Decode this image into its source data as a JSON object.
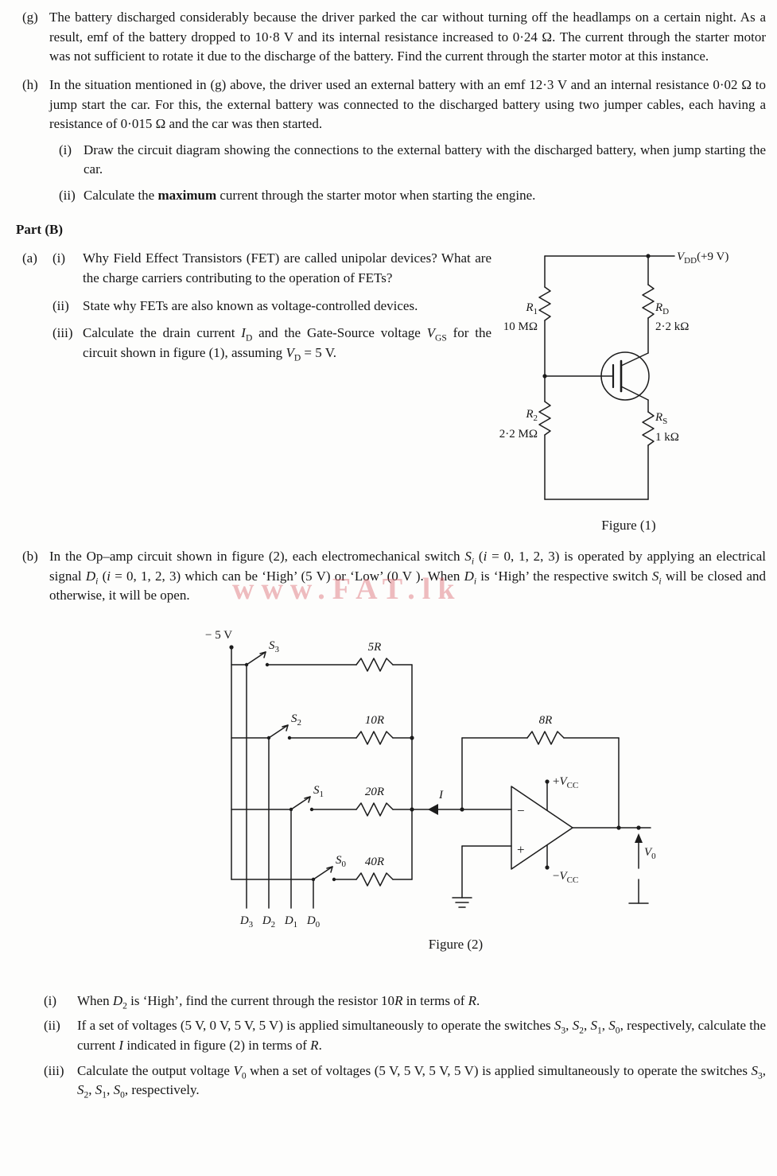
{
  "watermark": "www.FAT.lk",
  "q_g": {
    "label": "(g)",
    "text": "The battery discharged considerably because the driver parked the car without turning off the headlamps on a certain night. As a result, emf of the battery dropped to 10·8 V and its internal resistance increased to 0·24 Ω. The current through the starter motor was not sufficient to rotate it due to the discharge of the battery. Find the current through the starter motor at this instance."
  },
  "q_h": {
    "label": "(h)",
    "text": "In the situation mentioned in (g) above, the driver used an external battery with an emf 12·3 V and an internal resistance 0·02 Ω to jump start the car. For this, the external battery was connected to the discharged battery using two jumper cables, each having a resistance of 0·015 Ω and the car was then started.",
    "i": {
      "label": "(i)",
      "text": "Draw the circuit diagram showing the connections to the external battery with the discharged battery, when jump starting the car."
    },
    "ii": {
      "label": "(ii)",
      "rich": [
        [
          "t",
          "Calculate the "
        ],
        [
          "b",
          "maximum"
        ],
        [
          "t",
          " current through the starter motor when starting the engine."
        ]
      ]
    }
  },
  "part_b_heading": "Part (B)",
  "q_a": {
    "label": "(a)",
    "i": {
      "label": "(i)",
      "text": "Why Field Effect Transistors (FET) are called unipolar devices? What are the charge carriers contributing to the operation of FETs?"
    },
    "ii": {
      "label": "(ii)",
      "text": "State why FETs are also known as voltage-controlled devices."
    },
    "iii": {
      "label": "(iii)",
      "rich": [
        [
          "t",
          "Calculate the drain current "
        ],
        [
          "i",
          "I"
        ],
        [
          "sub",
          "D"
        ],
        [
          "t",
          " and the Gate-Source voltage "
        ],
        [
          "i",
          "V"
        ],
        [
          "sub",
          "GS"
        ],
        [
          "t",
          " for the circuit shown in figure (1), assuming "
        ],
        [
          "i",
          "V"
        ],
        [
          "sub",
          "D"
        ],
        [
          "t",
          " = 5 V."
        ]
      ]
    }
  },
  "fig1": {
    "caption": "Figure (1)",
    "vdd": {
      "base": "V",
      "sub": "DD",
      "rest": "(+9 V)"
    },
    "r1": {
      "base": "R",
      "sub": "1",
      "value": "10 MΩ"
    },
    "rd": {
      "base": "R",
      "sub": "D",
      "value": "2·2 kΩ"
    },
    "r2": {
      "base": "R",
      "sub": "2",
      "value": "2·2 MΩ"
    },
    "rs": {
      "base": "R",
      "sub": "S",
      "value": "1 kΩ"
    }
  },
  "q_b": {
    "label": "(b)",
    "rich": [
      [
        "t",
        "In the Op–amp circuit shown in figure (2), each electromechanical switch "
      ],
      [
        "i",
        "S"
      ],
      [
        "isub",
        "i"
      ],
      [
        "t",
        " ("
      ],
      [
        "i",
        "i"
      ],
      [
        "t",
        " = 0, 1, 2, 3) is operated by applying an electrical signal "
      ],
      [
        "i",
        "D"
      ],
      [
        "isub",
        "i"
      ],
      [
        "t",
        " ("
      ],
      [
        "i",
        "i"
      ],
      [
        "t",
        " = 0, 1, 2, 3) which can be ‘High’ (5 V) or ‘Low’ (0 V ). When "
      ],
      [
        "i",
        "D"
      ],
      [
        "isub",
        "i"
      ],
      [
        "t",
        " is ‘High’ the respective switch "
      ],
      [
        "i",
        "S"
      ],
      [
        "isub",
        "i"
      ],
      [
        "t",
        " will be closed and otherwise, it will be open."
      ]
    ]
  },
  "fig2": {
    "caption": "Figure (2)",
    "supply": "− 5 V",
    "switches": [
      {
        "base": "S",
        "sub": "3"
      },
      {
        "base": "S",
        "sub": "2"
      },
      {
        "base": "S",
        "sub": "1"
      },
      {
        "base": "S",
        "sub": "0"
      }
    ],
    "resistors": [
      "5R",
      "10R",
      "20R",
      "40R"
    ],
    "feedback": "8R",
    "current": "I",
    "opamp_minus": "−",
    "opamp_plus": "+",
    "vcc_plus": {
      "sign": "+",
      "base": "V",
      "sub": "CC"
    },
    "vcc_minus": {
      "sign": "−",
      "base": "V",
      "sub": "CC"
    },
    "vout": {
      "base": "V",
      "sub": "0"
    },
    "controls": [
      {
        "base": "D",
        "sub": "3"
      },
      {
        "base": "D",
        "sub": "2"
      },
      {
        "base": "D",
        "sub": "1"
      },
      {
        "base": "D",
        "sub": "0"
      }
    ]
  },
  "q_bottom": {
    "i": {
      "label": "(i)",
      "rich": [
        [
          "t",
          "When "
        ],
        [
          "i",
          "D"
        ],
        [
          "sub",
          "2"
        ],
        [
          "t",
          " is ‘High’, find the current through the resistor 10"
        ],
        [
          "i",
          "R"
        ],
        [
          "t",
          " in terms of "
        ],
        [
          "i",
          "R"
        ],
        [
          "t",
          "."
        ]
      ]
    },
    "ii": {
      "label": "(ii)",
      "rich": [
        [
          "t",
          "If a set of voltages (5 V, 0 V, 5 V, 5 V) is applied simultaneously to operate the switches "
        ],
        [
          "i",
          "S"
        ],
        [
          "sub",
          "3"
        ],
        [
          "t",
          ", "
        ],
        [
          "i",
          "S"
        ],
        [
          "sub",
          "2"
        ],
        [
          "t",
          ", "
        ],
        [
          "i",
          "S"
        ],
        [
          "sub",
          "1"
        ],
        [
          "t",
          ", "
        ],
        [
          "i",
          "S"
        ],
        [
          "sub",
          "0"
        ],
        [
          "t",
          ", respectively, calculate the current "
        ],
        [
          "i",
          "I"
        ],
        [
          "t",
          " indicated in figure (2) in terms of "
        ],
        [
          "i",
          "R"
        ],
        [
          "t",
          "."
        ]
      ]
    },
    "iii": {
      "label": "(iii)",
      "rich": [
        [
          "t",
          "Calculate the output voltage "
        ],
        [
          "i",
          "V"
        ],
        [
          "sub",
          "0"
        ],
        [
          "t",
          " when a set of voltages (5 V, 5 V, 5 V, 5 V) is applied simultaneously to operate the switches "
        ],
        [
          "i",
          "S"
        ],
        [
          "sub",
          "3"
        ],
        [
          "t",
          ", "
        ],
        [
          "i",
          "S"
        ],
        [
          "sub",
          "2"
        ],
        [
          "t",
          ", "
        ],
        [
          "i",
          "S"
        ],
        [
          "sub",
          "1"
        ],
        [
          "t",
          ", "
        ],
        [
          "i",
          "S"
        ],
        [
          "sub",
          "0"
        ],
        [
          "t",
          ", respectively."
        ]
      ]
    }
  }
}
